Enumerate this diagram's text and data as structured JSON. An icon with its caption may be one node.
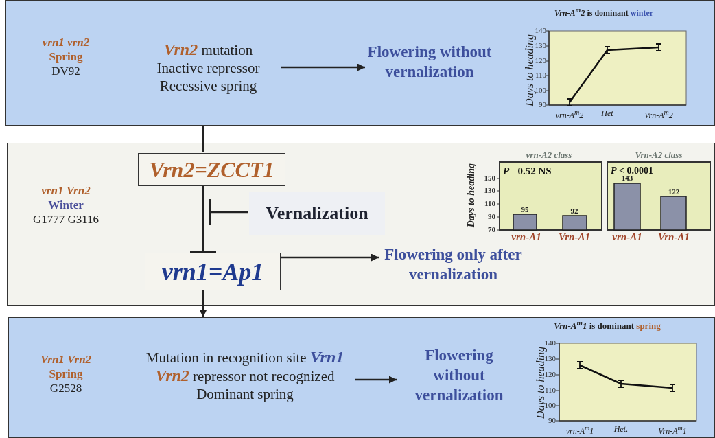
{
  "diagram": {
    "nodes": [
      {
        "text": [],
        "shape": "box"
      },
      {
        "text": [
          "vrn1 vrn2",
          "Spring",
          "DV92"
        ],
        "in": 0
      },
      {
        "text": [
          "**Vrn2** mutation",
          "Inactive repressor",
          "Recessive spring"
        ],
        "in": 0
      },
      {
        "text": [
          "Flowering without vernalization"
        ],
        "in": 0
      },
      {
        "text": [],
        "shape": "box"
      },
      {
        "text": [
          "vrn1 Vrn2",
          "Winter",
          "G1777 G3116"
        ],
        "in": 4
      },
      {
        "text": [
          "Vrn2=ZCCT1"
        ],
        "in": 4
      },
      {
        "text": [
          "Vernalization"
        ],
        "in": 4
      },
      {
        "text": [
          "vrn1=Ap1"
        ],
        "in": 4
      },
      {
        "text": [
          "Flowering only after vernalization"
        ],
        "in": 4
      },
      {
        "text": [],
        "shape": "box"
      },
      {
        "text": [
          "Vrn1 Vrn2",
          "Spring",
          "G2528"
        ],
        "in": 10
      },
      {
        "text": [
          "Mutation in recognition site **Vrn1**",
          "**Vrn2** repressor not recognized",
          "Dominant spring"
        ],
        "in": 10
      },
      {
        "text": [
          "Flowering without vernalization"
        ],
        "in": 10
      }
    ],
    "edges": [
      {
        "from": 0,
        "to": 6,
        "arrow": "none"
      },
      {
        "from": 6,
        "to": 8,
        "arrow": "other"
      },
      {
        "from": 7,
        "to": null,
        "arrow": "other"
      },
      {
        "from": 8,
        "to": 10,
        "arrow": "to"
      },
      {
        "from": 2,
        "to": 3,
        "arrow": "to"
      },
      {
        "from": 8,
        "to": 9,
        "arrow": "to"
      },
      {
        "from": 12,
        "to": 13,
        "arrow": "to"
      }
    ],
    "labels": [
      "*Vrn-A$^{m}$2* is dominant **winter**",
      "Days to heading",
      "140",
      "130",
      "120",
      "110",
      "100",
      "90",
      "vrn-A$^{m}$2",
      "Het",
      "Vrn-A$^{m}$2",
      "vrn-A2 class",
      "Vrn-A2 class",
      "Days to heading",
      "*P*= 0.52 NS",
      "150",
      "130",
      "110",
      "90",
      "70",
      "95",
      "92",
      "vrn-A1",
      "Vrn-A1",
      "*P* < 0.0001",
      "143",
      "122",
      "vrn-A1",
      "Vrn-A1",
      "*Vrn-A$^{m}$1* is dominant **spring**",
      "Days to heading",
      "140",
      "130",
      "120",
      "110",
      "100",
      "90",
      "vrn-A$^{m}$1",
      "Het.",
      "Vrn-A$^{m}$1"
    ]
  }
}
